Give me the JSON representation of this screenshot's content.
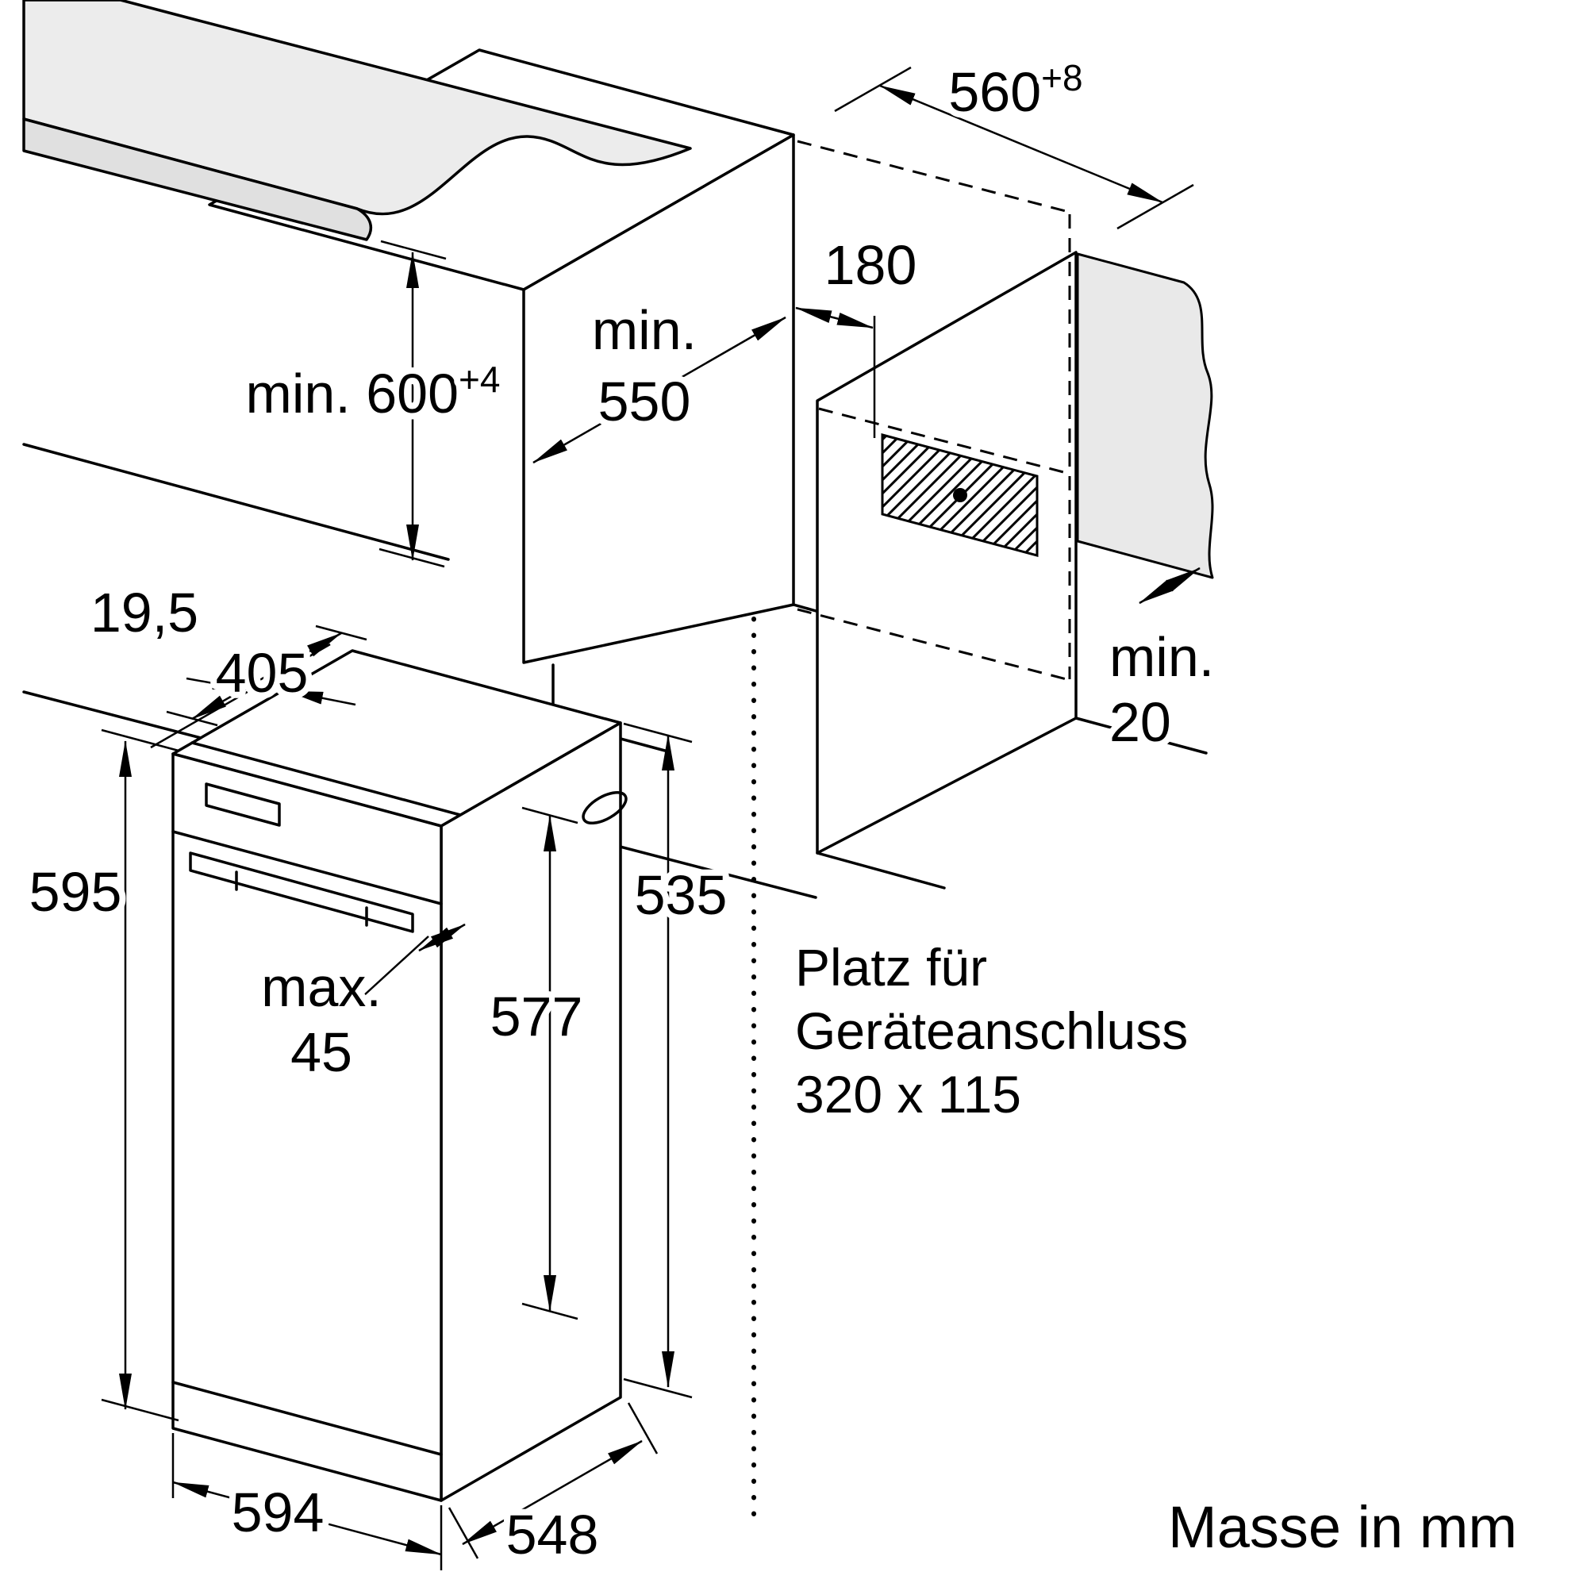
{
  "diagram": {
    "dimensions": {
      "niche_width": {
        "value": "560",
        "sup": "+8"
      },
      "connection_offset": "180",
      "niche_depth": {
        "prefix": "min.",
        "value": "550"
      },
      "niche_height": {
        "main": "min. 600",
        "sup": "+4"
      },
      "top_inset": "19,5",
      "top_depth": "405",
      "oven_height": "595",
      "handle_depth": {
        "prefix": "max.",
        "value": "45"
      },
      "inner_height": "577",
      "body_height": "535",
      "oven_width": "594",
      "oven_depth": "548",
      "rear_gap": {
        "prefix": "min.",
        "value": "20"
      }
    },
    "connection_note": {
      "line1": "Platz für",
      "line2": "Geräteanschluss",
      "line3": "320 x 115"
    },
    "units_note": "Masse in mm"
  }
}
